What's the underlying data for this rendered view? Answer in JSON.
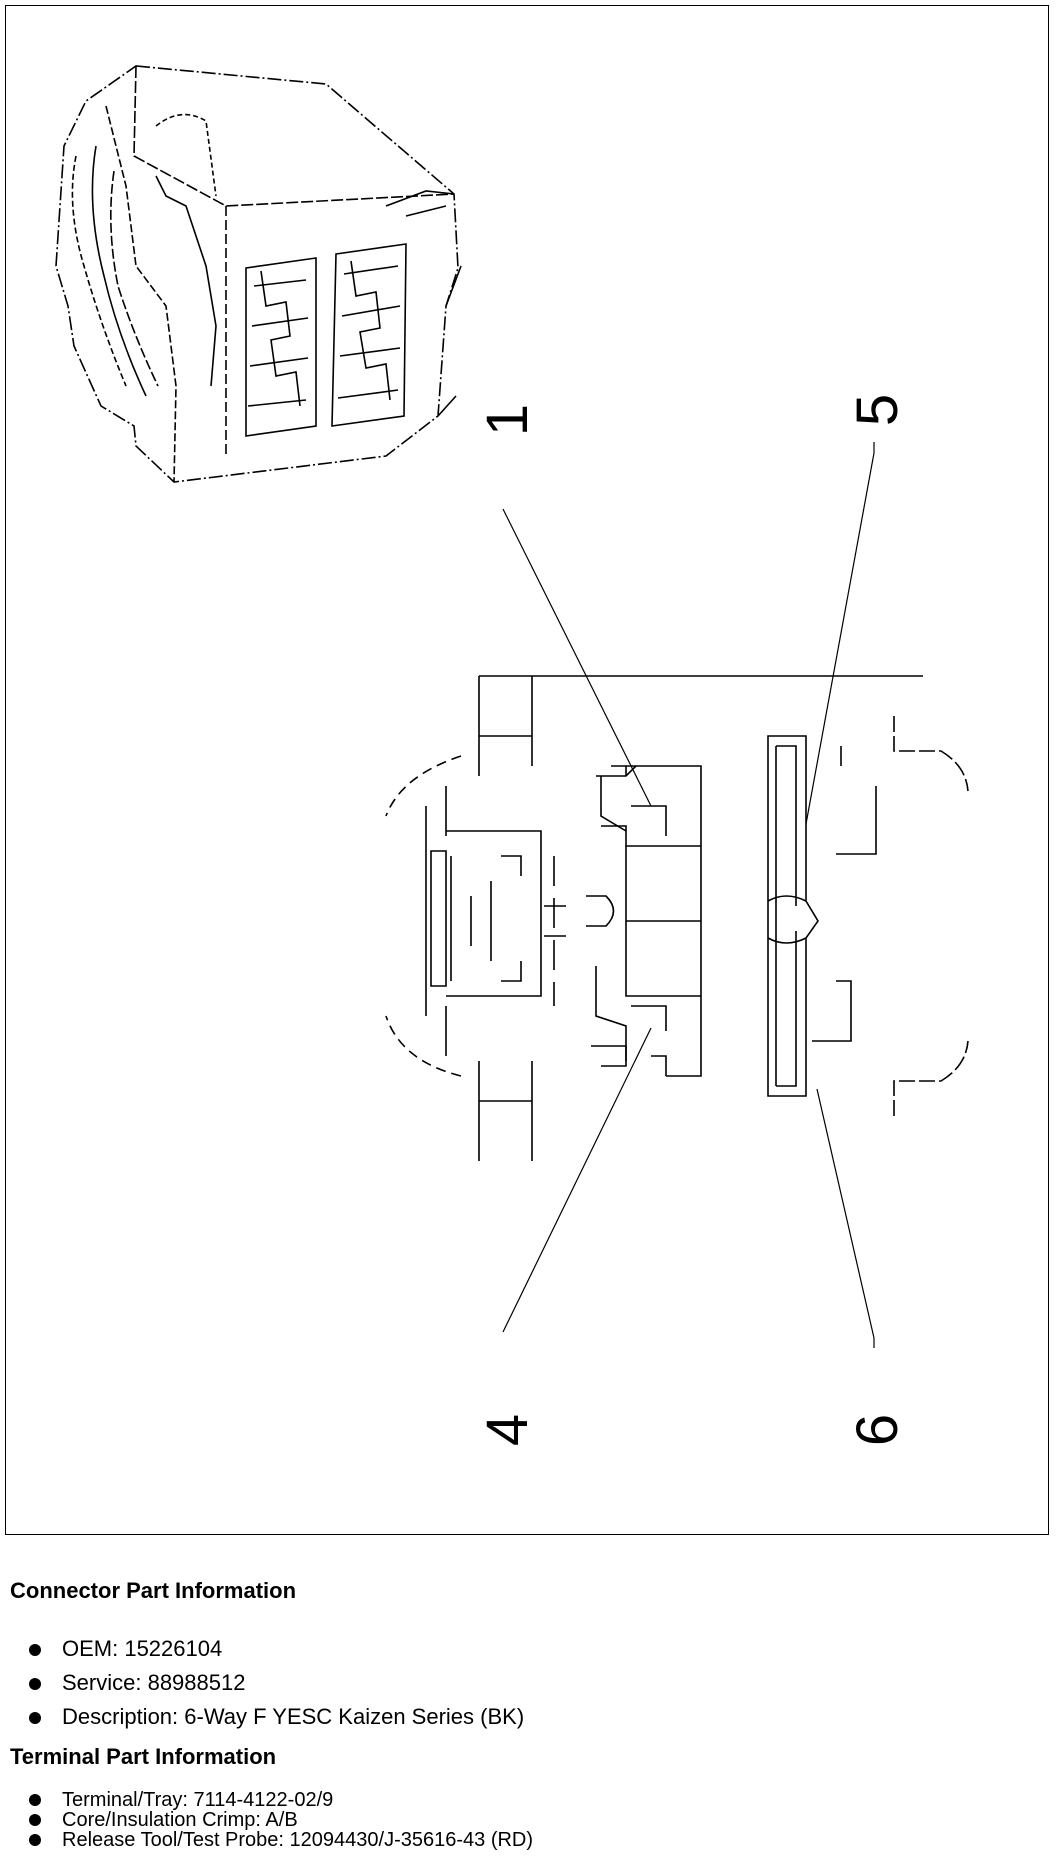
{
  "diagram": {
    "callouts": [
      "1",
      "5",
      "4",
      "6"
    ]
  },
  "connector_info": {
    "heading": "Connector Part Information",
    "items": [
      "OEM: 15226104",
      "Service: 88988512",
      "Description: 6-Way F YESC Kaizen Series (BK)"
    ]
  },
  "terminal_info": {
    "heading": "Terminal Part Information",
    "items": [
      "Terminal/Tray: 7114-4122-02/9",
      "Core/Insulation Crimp: A/B",
      "Release Tool/Test Probe: 12094430/J-35616-43 (RD)"
    ]
  }
}
